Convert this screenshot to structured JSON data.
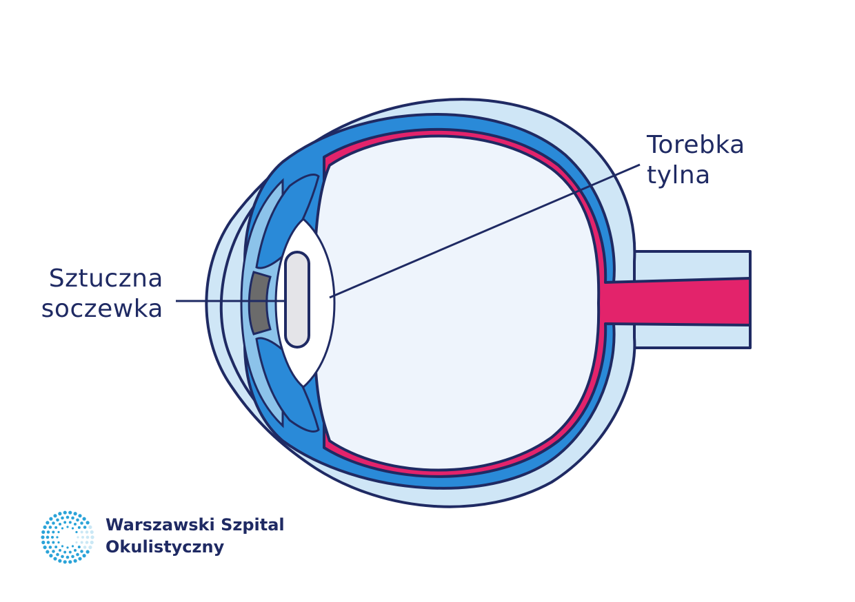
{
  "labels": {
    "left": {
      "line1": "Sztuczna",
      "line2": "soczewka"
    },
    "right": {
      "line1": "Torebka",
      "line2": "tylna"
    }
  },
  "logo": {
    "line1": "Warszawski Szpital",
    "line2": "Okulistyczny"
  },
  "colors": {
    "outline": "#1f2a63",
    "sclera": "#cfe6f6",
    "choroid": "#2a8ad8",
    "retina": "#e3236b",
    "vitreous": "#eef4fc",
    "iris_gray": "#6b6b6b",
    "lens_fill": "#e4e4e8",
    "logo_dots": "#2aa3d8"
  }
}
